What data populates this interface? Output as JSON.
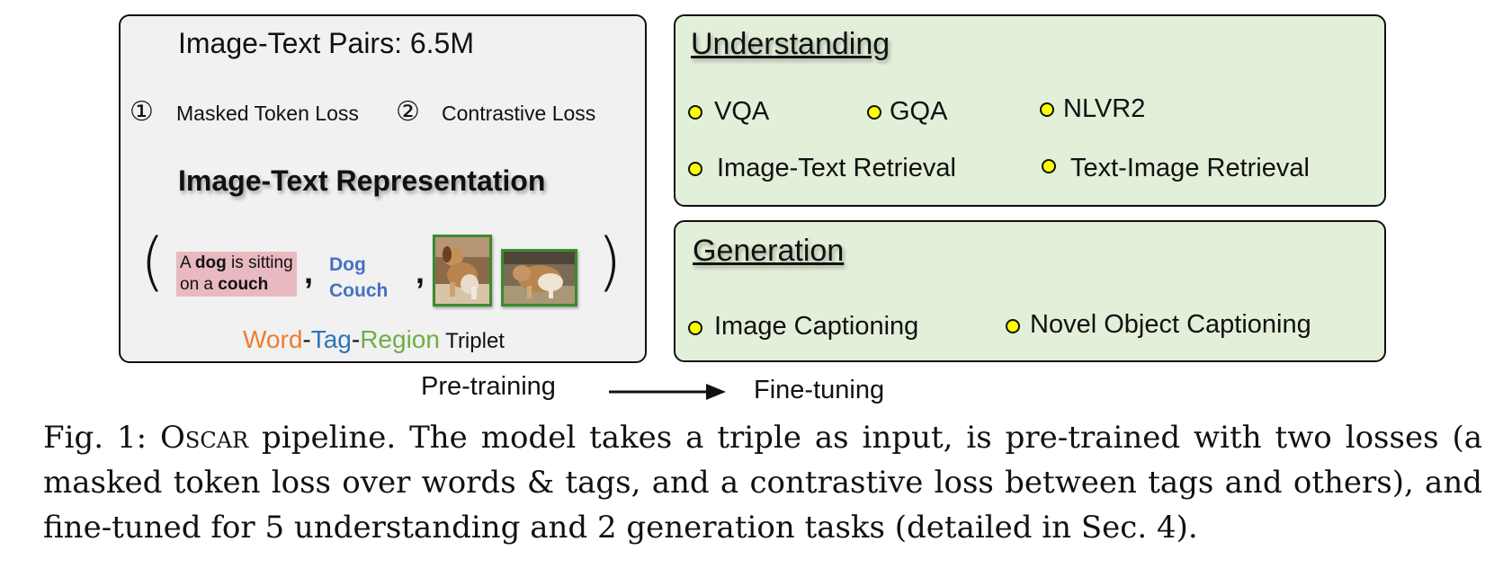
{
  "pretraining": {
    "title": "Image-Text Pairs: 6.5M",
    "loss_1_marker": "①",
    "loss_1": "Masked Token Loss",
    "loss_2_marker": "②",
    "loss_2": "Contrastive Loss",
    "representation_title": "Image-Text  Representation",
    "triple": {
      "open_paren": "(",
      "close_paren": ")",
      "word_line1_prefix": "A ",
      "word_line1_bold": "dog",
      "word_line1_suffix": " is sitting",
      "word_line2_prefix": "on a ",
      "word_line2_bold": "couch",
      "comma": ",",
      "tag_1": "Dog",
      "tag_2": "Couch"
    },
    "triplet_label": {
      "word": "Word",
      "dash": "-",
      "tag": "Tag",
      "region": "Region",
      "suffix": " Triplet"
    }
  },
  "understanding": {
    "title": "Understanding",
    "tasks": [
      "VQA",
      "GQA",
      "NLVR2",
      "Image-Text Retrieval",
      "Text-Image Retrieval"
    ]
  },
  "generation": {
    "title": "Generation",
    "tasks": [
      "Image Captioning",
      "Novel Object Captioning"
    ]
  },
  "flow": {
    "from": "Pre-training",
    "to": "Fine-tuning"
  },
  "caption": {
    "prefix": "Fig. 1: ",
    "model_name": "Oscar",
    "text": " pipeline. The model takes a triple as input, is pre-trained with two losses (a masked token loss over words & tags, and a contrastive loss between tags and others), and fine-tuned for 5 understanding and 2 generation tasks (detailed in Sec. 4)."
  },
  "colors": {
    "pretrain_bg": "#f1f1f1",
    "finetune_bg": "#e2efd9",
    "word_highlight": "#e8b9c0",
    "tag_blue": "#4472c4",
    "word_orange": "#ed7d31",
    "tag_label_blue": "#2e75b6",
    "region_green": "#70ad47",
    "bullet_yellow": "#ffff00"
  },
  "icons": {
    "bullet": "yellow-circle-bullet",
    "arrow": "right-arrow"
  }
}
